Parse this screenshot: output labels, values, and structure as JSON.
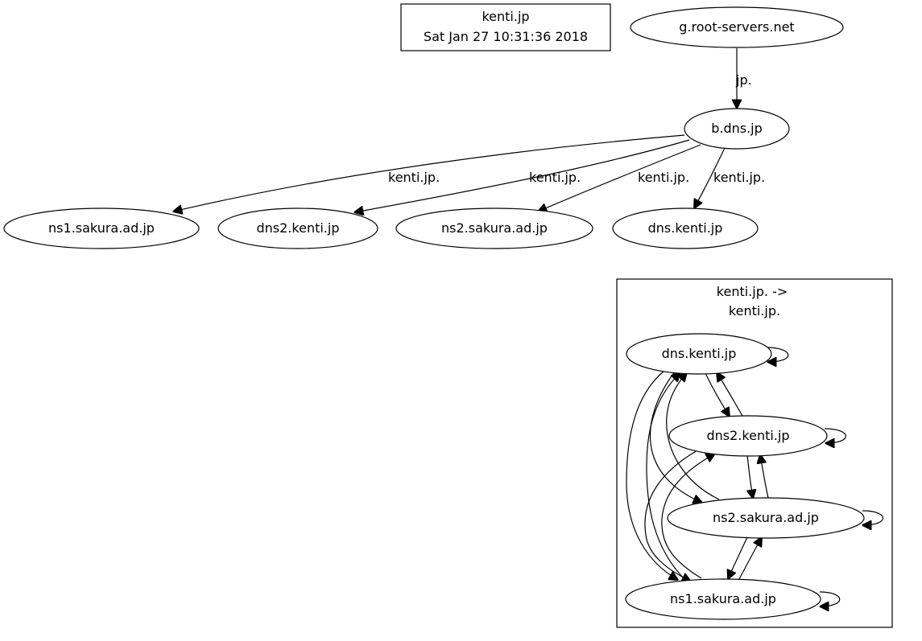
{
  "title_box": {
    "line1": "kenti.jp",
    "line2": "Sat Jan 27 10:31:36 2018"
  },
  "delegation": {
    "root_server": "g.root-servers.net",
    "tld_server": "b.dns.jp",
    "root_edge_label": "jp.",
    "nameservers": [
      {
        "name": "ns1.sakura.ad.jp",
        "edge_label": "kenti.jp."
      },
      {
        "name": "dns2.kenti.jp",
        "edge_label": "kenti.jp."
      },
      {
        "name": "ns2.sakura.ad.jp",
        "edge_label": "kenti.jp."
      },
      {
        "name": "dns.kenti.jp",
        "edge_label": "kenti.jp."
      }
    ]
  },
  "cluster": {
    "label_line1": "kenti.jp. ->",
    "label_line2": "kenti.jp.",
    "nodes": [
      {
        "name": "dns.kenti.jp"
      },
      {
        "name": "dns2.kenti.jp"
      },
      {
        "name": "ns2.sakura.ad.jp"
      },
      {
        "name": "ns1.sakura.ad.jp"
      }
    ]
  },
  "colors": {
    "stroke": "#000000",
    "background": "#ffffff"
  }
}
